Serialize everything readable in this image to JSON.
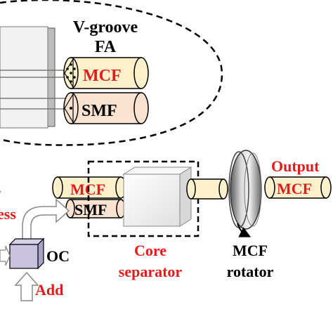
{
  "labels": {
    "vgroove_line1": "V-groove",
    "vgroove_line2": "FA",
    "mcf_top": "MCF",
    "smf_top": "SMF",
    "mcf_main": "MCF",
    "smf_main": "SMF",
    "drop_partial": "ess",
    "output": "Output",
    "output_mcf": "MCF",
    "oc": "OC",
    "add": "Add",
    "core_sep_line1": "Core",
    "core_sep_line2": "separator",
    "rotator_line1": "MCF",
    "rotator_line2": "rotator"
  },
  "colors": {
    "red": "#e31b1b",
    "fiber_fill": "#fdf1cc",
    "smf_fill": "#fbe3d2",
    "black": "#000000"
  }
}
